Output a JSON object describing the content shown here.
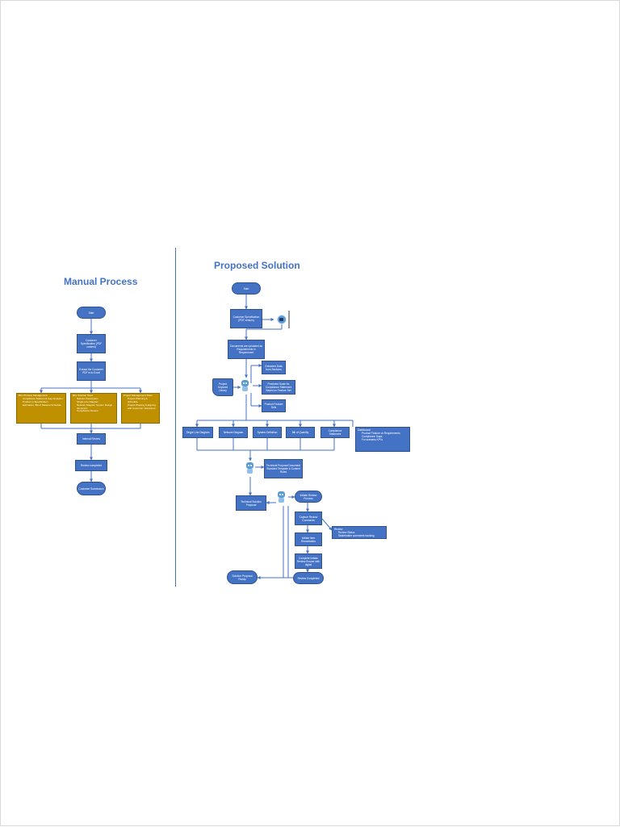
{
  "titles": {
    "manual": "Manual Process",
    "proposed": "Proposed Solution"
  },
  "manual": {
    "start": "Start",
    "customer_spec": "Customer Specification (PDF content)",
    "extract": "Extract the Customer PDF in to Excel",
    "box1": {
      "head": "RFx Process Management",
      "items": [
        "Compliance Statement Gap Analysis / Product to Specification",
        "Estimation, Bill of Material Schedule"
      ]
    },
    "box2": {
      "head": "RFx Solution Team",
      "items": [
        "Solution Description",
        "Single Line Diagram",
        "Network Diagram System Design",
        "document",
        "Compliance Review"
      ]
    },
    "box3": {
      "head": "Project Management Team",
      "items": [
        "Project Planning & Schedule",
        "Project Phasing & aligning with Customer milestones"
      ]
    },
    "internal_review": "Internal Review",
    "review_completed": "Review completed",
    "customer_submission": "Customer Submission"
  },
  "proposed": {
    "start": "Start",
    "customer_spec": "Customer Specification (PDF version)",
    "docs_uploaded": "Documents are uploaded as Requirements in Requirement",
    "extracted_data": "Extracted Data from Sections",
    "predicted_scale": "Predicted Scale for Compliance Statement Based on Feature Set",
    "product_feature": "Product Feature Sets",
    "project_library": "Project Keyword Library",
    "single_line": "Single Line Diagram",
    "network_diagram": "Network Diagram",
    "system_definition": "System Definition",
    "bill_of_quantity": "Bill of Quantity",
    "compliance_statement": "Compliance Statement",
    "dashboard": {
      "head": "Dashboard",
      "items": [
        "Product Feature vs Requirements",
        "Compliance Gaps",
        "For scenario KPI's"
      ]
    },
    "technical_proposal_gen": "Technical Proposal Document Standard Template & Content Rules",
    "technical_solution": "Technical Solution Proposal",
    "initiate_review": "Initiate Review Process",
    "capture_review": "Capture Review Comments",
    "review_list": {
      "head": "Review",
      "items": [
        "Review Status",
        "Stakeholder comments tracking"
      ]
    },
    "initiate_rem": "Initiate Item Remediation",
    "complete_review": "Complete Initiate Review Ensure with digital",
    "review_completed": "Review Completed",
    "solution_ready": "Solution Proposal Ready"
  }
}
